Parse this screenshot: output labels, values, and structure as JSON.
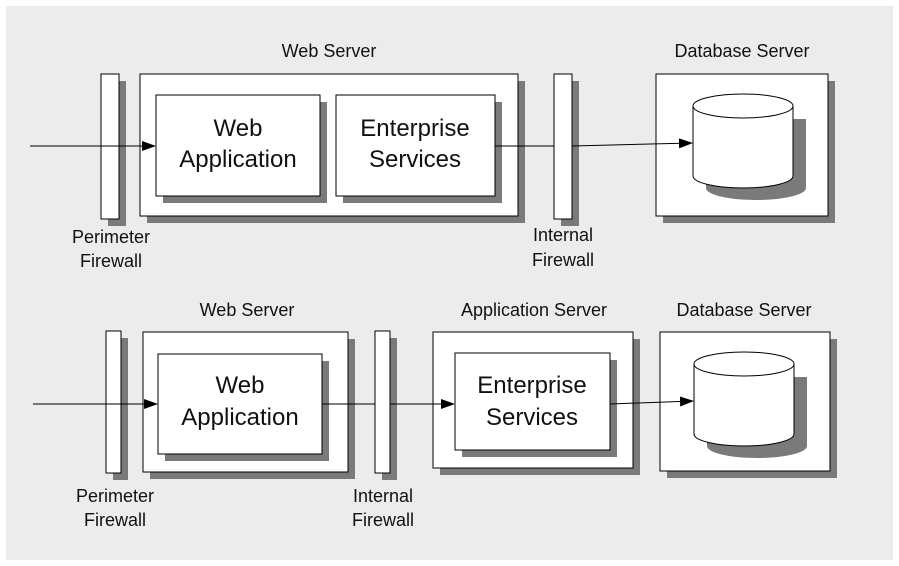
{
  "colors": {
    "background": "#ececec",
    "box_fill": "#ffffff",
    "shadow": "#7a7a7a",
    "stroke": "#000000"
  },
  "top": {
    "web_server_label": "Web Server",
    "web_application_line1": "Web",
    "web_application_line2": "Application",
    "enterprise_services_line1": "Enterprise",
    "enterprise_services_line2": "Services",
    "database_server_label": "Database Server",
    "perimeter_firewall_line1": "Perimeter",
    "perimeter_firewall_line2": "Firewall",
    "internal_firewall_line1": "Internal",
    "internal_firewall_line2": "Firewall"
  },
  "bottom": {
    "web_server_label": "Web Server",
    "web_application_line1": "Web",
    "web_application_line2": "Application",
    "application_server_label": "Application Server",
    "enterprise_services_line1": "Enterprise",
    "enterprise_services_line2": "Services",
    "database_server_label": "Database Server",
    "perimeter_firewall_line1": "Perimeter",
    "perimeter_firewall_line2": "Firewall",
    "internal_firewall_line1": "Internal",
    "internal_firewall_line2": "Firewall"
  }
}
